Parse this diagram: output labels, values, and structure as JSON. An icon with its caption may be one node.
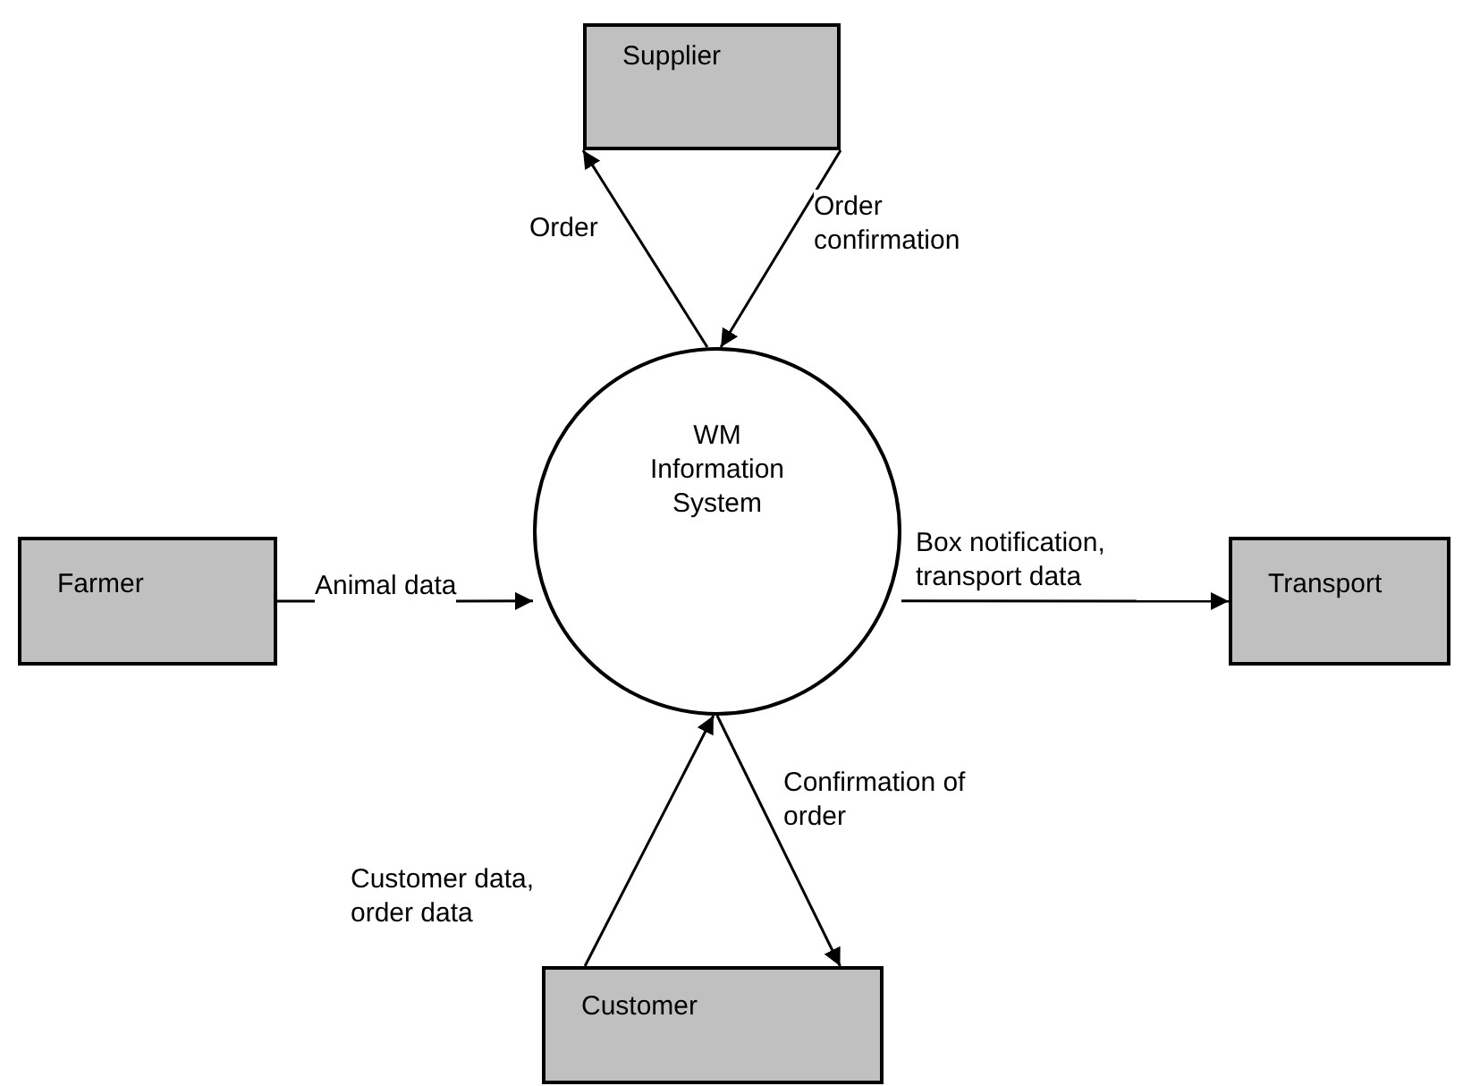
{
  "diagram": {
    "nodes": [
      {
        "text": [
          "Supplier"
        ]
      },
      {
        "text": [
          "Farmer"
        ]
      },
      {
        "text": [
          "WM Information System"
        ]
      },
      {
        "text": [
          "Transport"
        ]
      },
      {
        "text": [
          "Customer"
        ]
      }
    ],
    "edges": [
      {
        "from": 2,
        "to": 0,
        "arrow": "to",
        "label": "Order"
      },
      {
        "from": 0,
        "to": 2,
        "arrow": "to",
        "label": "Order confirmation"
      },
      {
        "from": 1,
        "to": 2,
        "arrow": "to",
        "label": "Animal data"
      },
      {
        "from": 2,
        "to": 3,
        "arrow": "to",
        "label": "Box notification, transport data"
      },
      {
        "from": 4,
        "to": 2,
        "arrow": "to",
        "label": "Customer data, order data"
      },
      {
        "from": 2,
        "to": 4,
        "arrow": "to",
        "label": "Confirmation of order"
      }
    ]
  }
}
